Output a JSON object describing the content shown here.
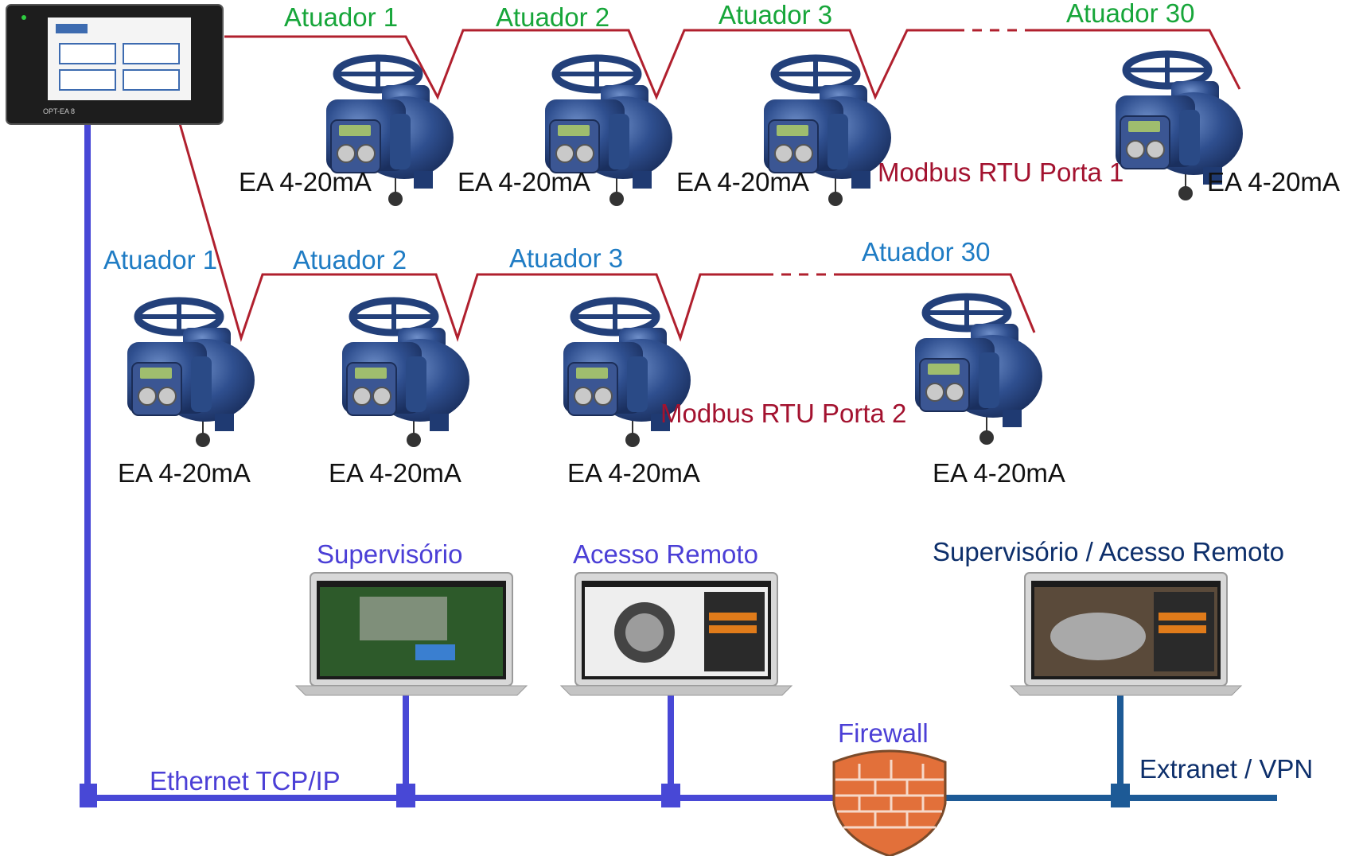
{
  "controller": {
    "label": "OPT-EA 8"
  },
  "bus1": {
    "actuators": [
      "Atuador 1",
      "Atuador 2",
      "Atuador 3",
      "Atuador 30"
    ],
    "protocol": "Modbus RTU Porta 1",
    "analog_input": "EA 4-20mA",
    "color": "#17a63a",
    "wire_color": "#b0202e"
  },
  "bus2": {
    "actuators": [
      "Atuador 1",
      "Atuador 2",
      "Atuador 3",
      "Atuador 30"
    ],
    "protocol": "Modbus RTU Porta 2",
    "analog_input": "EA 4-20mA",
    "color": "#1f7cc4",
    "wire_color": "#b0202e"
  },
  "stations": {
    "supervisorio": "Supervisório",
    "acesso_remoto": "Acesso Remoto",
    "remote_combo": "Supervisório / Acesso Remoto"
  },
  "network": {
    "ethernet": "Ethernet TCP/IP",
    "firewall": "Firewall",
    "extranet": "Extranet / VPN",
    "lan_color": "#4848d6",
    "wan_color": "#1d5a96"
  }
}
